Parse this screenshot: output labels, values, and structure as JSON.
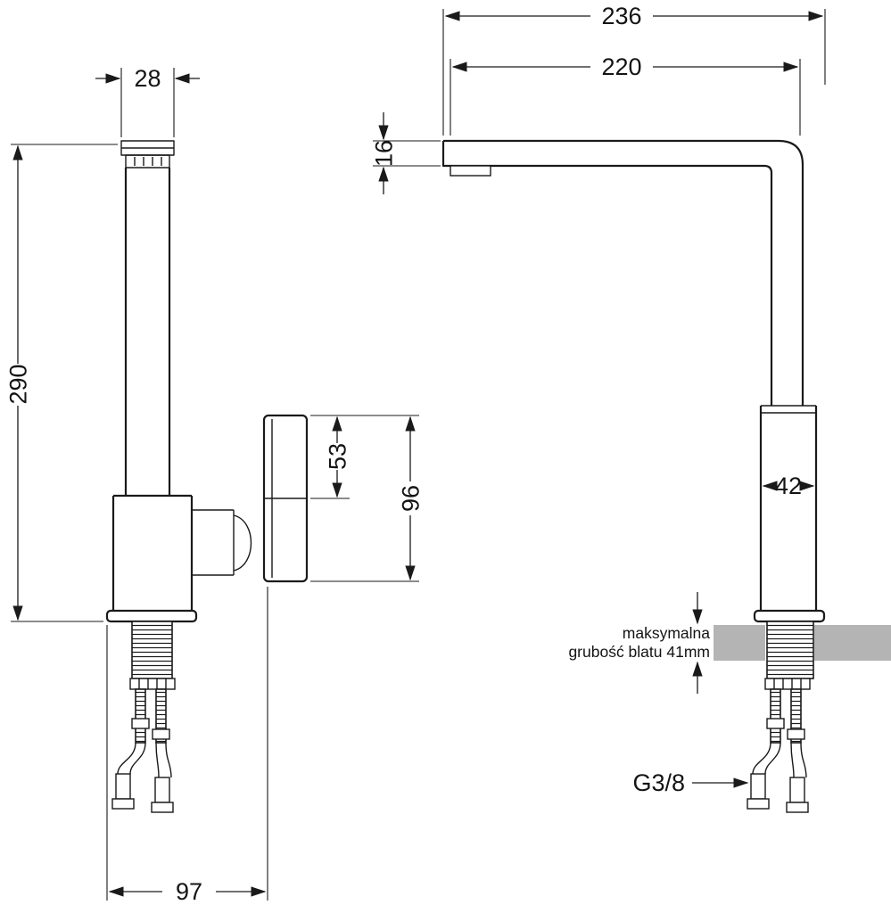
{
  "meta": {
    "background": "#ffffff",
    "line_color": "#1a1a1a",
    "countertop_color": "#b4b4b4"
  },
  "front_view": {
    "dim_spout_width": "28",
    "dim_total_height": "290",
    "dim_handle_upper": "53",
    "dim_handle_total": "96",
    "dim_base_depth": "97"
  },
  "side_view": {
    "dim_total_reach": "236",
    "dim_spout_reach": "220",
    "dim_spout_thickness": "16",
    "dim_body_width": "42",
    "thread_size": "G3/8",
    "countertop_note": {
      "line1": "maksymalna",
      "line2": "grubość blatu 41mm"
    }
  }
}
